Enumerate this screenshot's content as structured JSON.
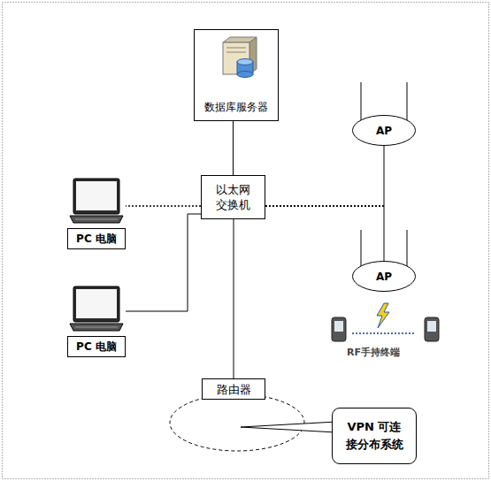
{
  "diagram": {
    "nodes": [
      {
        "text": [
          "数据库服务器"
        ]
      },
      {
        "text": [
          "AP"
        ]
      },
      {
        "text": [
          "以太网 交换机"
        ]
      },
      {
        "text": [
          "PC 电脑"
        ]
      },
      {
        "text": [
          "AP"
        ]
      },
      {
        "text": [
          "PC 电脑"
        ]
      },
      {
        "text": [
          "路由器"
        ]
      },
      {
        "text": [
          "VPN 可连接分布系统"
        ]
      }
    ],
    "edges": [
      {
        "from": 0,
        "to": 2,
        "arrow": "none"
      },
      {
        "from": 2,
        "to": 1,
        "arrow": "none"
      },
      {
        "from": 2,
        "to": 3,
        "arrow": "none"
      },
      {
        "from": 2,
        "to": 4,
        "arrow": "none"
      },
      {
        "from": 2,
        "to": 5,
        "arrow": "none"
      },
      {
        "from": 2,
        "to": 6,
        "arrow": "none"
      }
    ],
    "labels": [
      "RF手持终端"
    ]
  }
}
